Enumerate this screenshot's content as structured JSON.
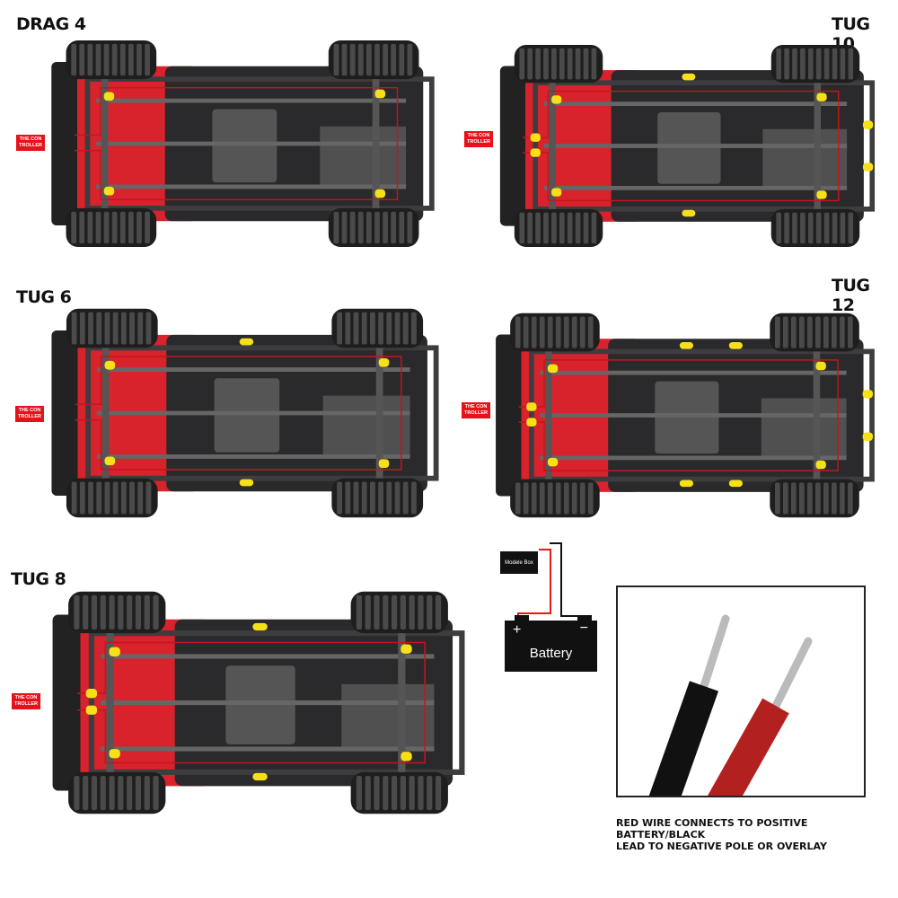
{
  "panels": [
    {
      "label": "DRAG 4",
      "light_count": 4
    },
    {
      "label": "TUG 10",
      "light_count": 10
    },
    {
      "label": "TUG 6",
      "light_count": 6
    },
    {
      "label": "TUG 12",
      "light_count": 12
    },
    {
      "label": "TUG 8",
      "light_count": 8
    }
  ],
  "controller_label": "THE CON TROLLER",
  "battery": {
    "box_label": "Modele Box",
    "label": "Battery",
    "plus": "+",
    "minus": "−"
  },
  "note": {
    "line1": "RED WIRE CONNECTS TO POSITIVE BATTERY/BLACK",
    "line2": "LEAD TO NEGATIVE POLE OR OVERLAY"
  },
  "colors": {
    "led": "#f7e017",
    "wire_red": "#c4161c",
    "body_red": "#d8222c",
    "chassis": "#2a2a2c"
  }
}
